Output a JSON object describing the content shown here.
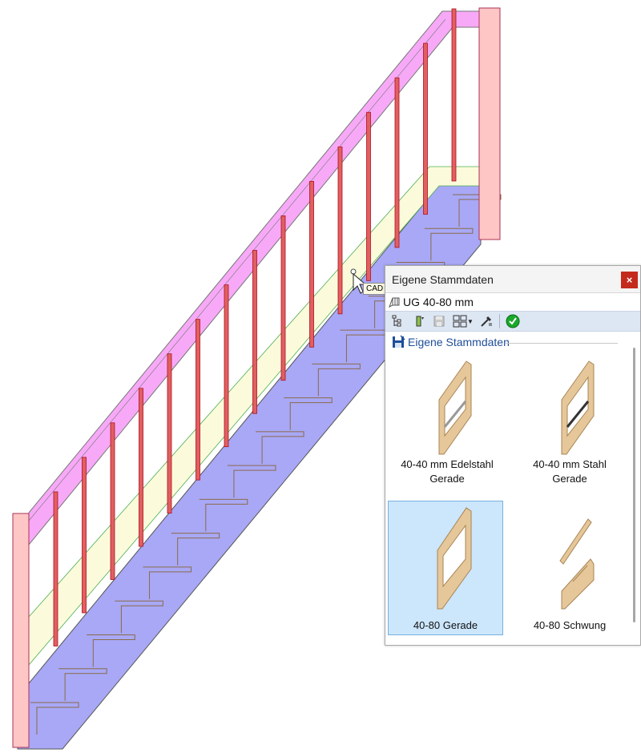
{
  "cursor_tooltip": "CAD",
  "dialog": {
    "title": "Eigene Stammdaten",
    "close_label": "×",
    "path_text": "UG 40-80 mm",
    "toolbar": {
      "icons": [
        "tree-structure-icon",
        "level-icon",
        "save-icon",
        "grid-view-icon",
        "dropdown-arrow-icon",
        "pipette-icon",
        "confirm-icon"
      ]
    },
    "group_label": "Eigene Stammdaten",
    "items": [
      {
        "label": "40-40  mm Edelstahl\nGerade",
        "selected": false
      },
      {
        "label": "40-40  mm Stahl\nGerade",
        "selected": false
      },
      {
        "label": "40-80 Gerade",
        "selected": true
      },
      {
        "label": "40-80 Schwung",
        "selected": false
      }
    ]
  },
  "colors": {
    "handrail": "#f7a8f7",
    "post": "#ffc6c6",
    "baluster": "#d8202a",
    "stringer": "#a7a7f6",
    "infill": "#fbfbdc",
    "confirm": "#1aa92a",
    "close": "#c42b1c"
  }
}
